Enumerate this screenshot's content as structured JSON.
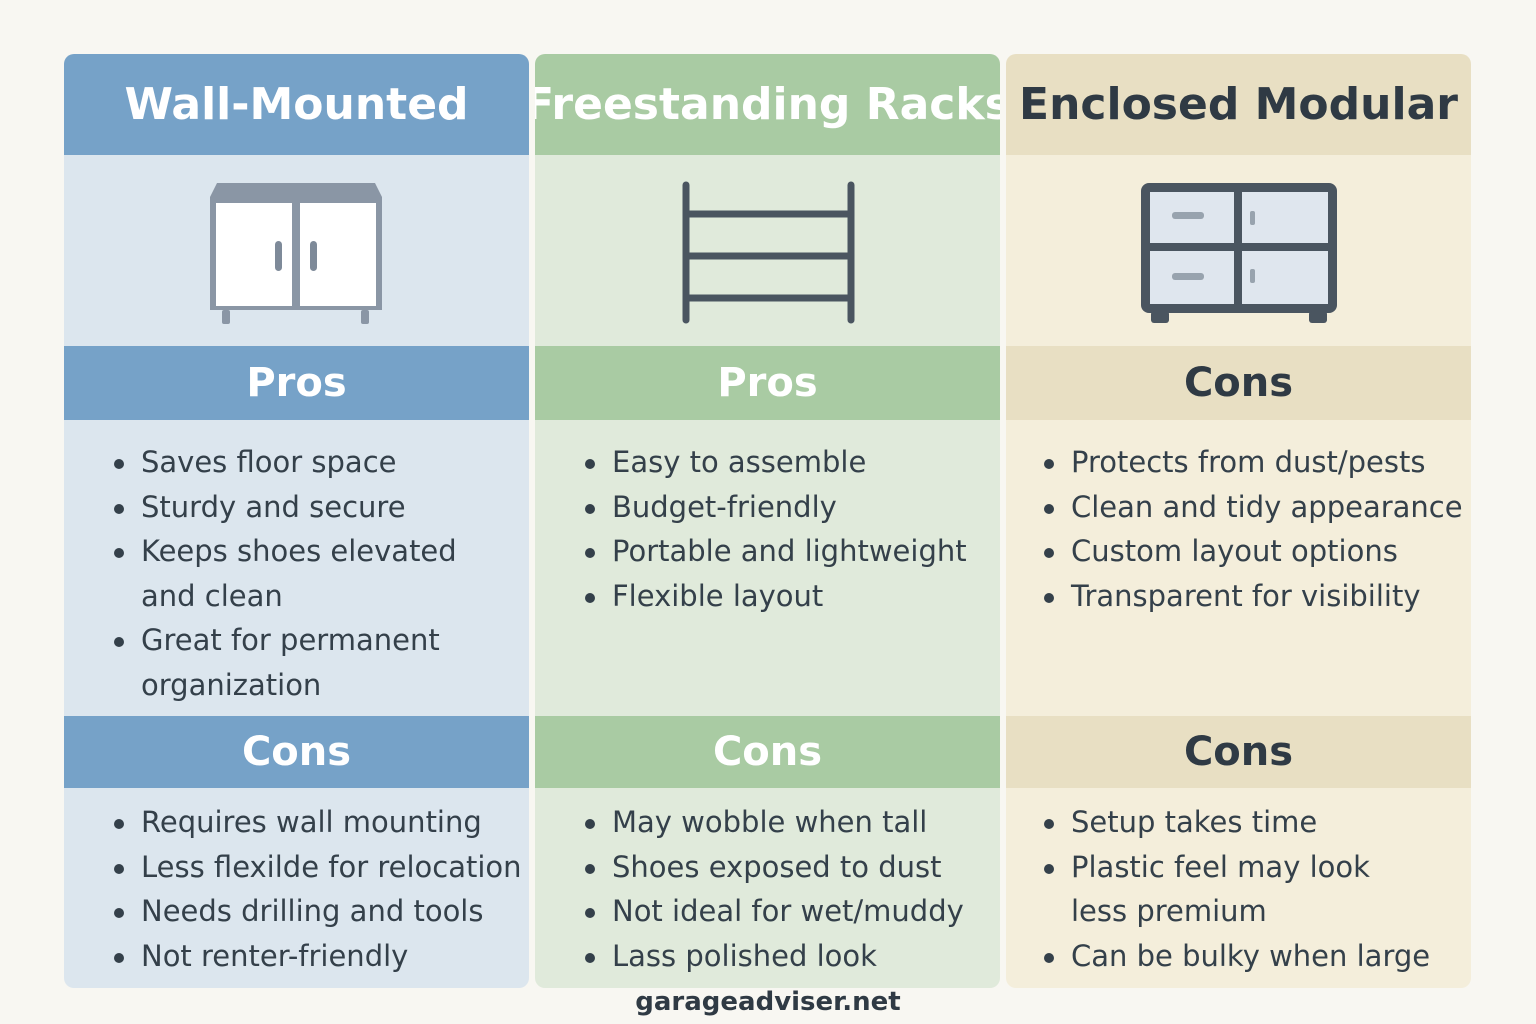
{
  "colors": {
    "blue_header": "#76a2c8",
    "blue_body": "#dce6ee",
    "green_header": "#a9cba3",
    "green_body": "#e0eadb",
    "tan_header": "#e8dfc3",
    "tan_body": "#f4eedb",
    "icon_stroke": "#4a5560"
  },
  "columns": [
    {
      "title": "Wall-Mounted",
      "icon": "cabinet-icon",
      "section1_title": "Pros",
      "section1_items": [
        "Saves floor space",
        "Sturdy and secure",
        "Keeps shoes elevated",
        "and clean",
        "Great for permanent",
        "organization"
      ],
      "section2_title": "Cons",
      "section2_items": [
        "Requires wall mounting",
        "Less flexilde for relocation",
        "Needs drilling and tools",
        "Not renter-friendly"
      ]
    },
    {
      "title": "Freestanding Racks",
      "icon": "shoe-rack-icon",
      "section1_title": "Pros",
      "section1_items": [
        "Easy to assemble",
        "Budget-friendly",
        "Portable and lightweight",
        "Flexible layout"
      ],
      "section2_title": "Cons",
      "section2_items": [
        "May wobble when tall",
        "Shoes exposed to dust",
        "Not ideal for wet/muddy",
        "Lass polished look"
      ]
    },
    {
      "title": "Enclosed Modular",
      "icon": "modular-cubes-icon",
      "section1_title": "Cons",
      "section1_items": [
        "Protects from dust/pests",
        "Clean and tidy appearance",
        "Custom layout options",
        "Transparent for visibility"
      ],
      "section2_title": "Cons",
      "section2_items": [
        "Setup takes time",
        "Plastic feel may look",
        "less premium",
        "Can be bulky when large"
      ]
    }
  ],
  "footer": "garageadviser.net"
}
